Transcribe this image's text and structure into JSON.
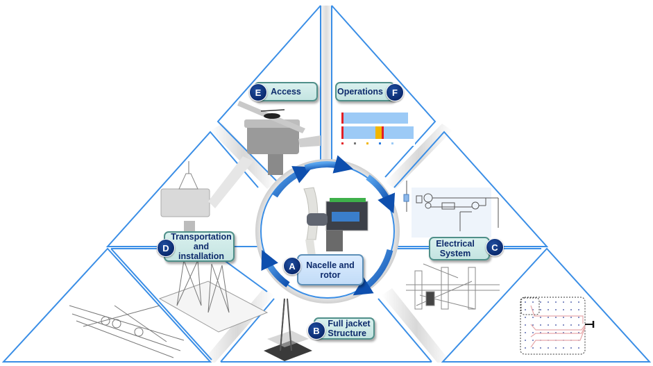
{
  "diagram": {
    "center": {
      "badge": "A",
      "label": "Nacelle and rotor",
      "label_lines": [
        "Nacelle and",
        "rotor"
      ]
    },
    "sections": [
      {
        "id": "A",
        "badge": "A",
        "label": "Nacelle and rotor",
        "image": "nacelle-cutaway"
      },
      {
        "id": "B",
        "badge": "B",
        "label": "Full jacket Structure",
        "label_lines": [
          "Full jacket",
          "Structure"
        ],
        "image": "jacket-tower"
      },
      {
        "id": "C",
        "badge": "C",
        "label": "Electrical System",
        "label_lines": [
          "Electrical",
          "System"
        ],
        "image": "electrical-schematic"
      },
      {
        "id": "D",
        "badge": "D",
        "label": "Transportation and installation",
        "label_lines": [
          "Transportation",
          "and",
          "installation"
        ],
        "image": "nacelle-lift"
      },
      {
        "id": "E",
        "badge": "E",
        "label": "Access",
        "image": "helicopter-on-nacelle"
      },
      {
        "id": "F",
        "badge": "F",
        "label": "Operations",
        "image": "operations-timeline-chart"
      }
    ],
    "extra_panels": [
      "vessel-installation-sketch",
      "jacket-foundation-grid",
      "jacket-detail-drawing",
      "wind-farm-cable-layout"
    ],
    "colors": {
      "outline": "#3a8ee6",
      "arrow": "#1d68c9",
      "badge": "#0b2a6e",
      "label_fill": "#cfe9e6",
      "label_text": "#0d2a6b",
      "center_label_fill": "#d2e6fb"
    },
    "flow": "clockwise"
  }
}
